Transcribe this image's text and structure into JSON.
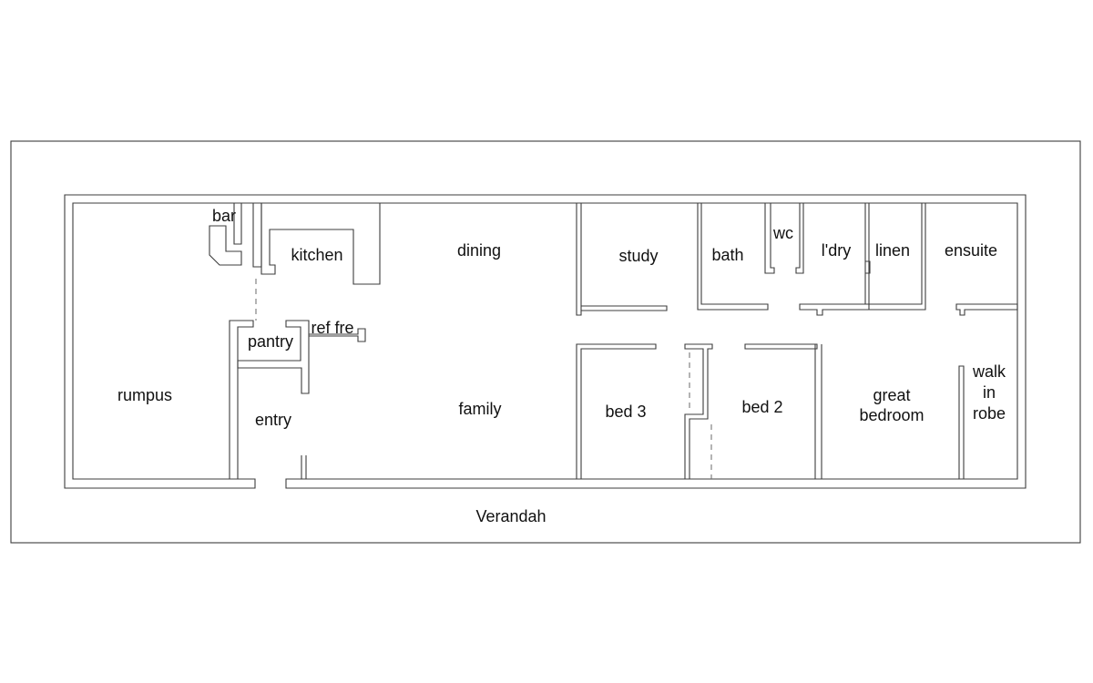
{
  "rooms": {
    "bar": "bar",
    "kitchen": "kitchen",
    "dining": "dining",
    "study": "study",
    "bath": "bath",
    "wc": "wc",
    "laundry": "l'dry",
    "linen": "linen",
    "ensuite": "ensuite",
    "pantry": "pantry",
    "ref_fre": "ref fre",
    "rumpus": "rumpus",
    "entry": "entry",
    "family": "family",
    "bed3": "bed 3",
    "bed2": "bed 2",
    "great_bedroom_line1": "great",
    "great_bedroom_line2": "bedroom",
    "walk_in_robe_line1": "walk",
    "walk_in_robe_line2": "in",
    "walk_in_robe_line3": "robe"
  },
  "verandah": "Verandah"
}
